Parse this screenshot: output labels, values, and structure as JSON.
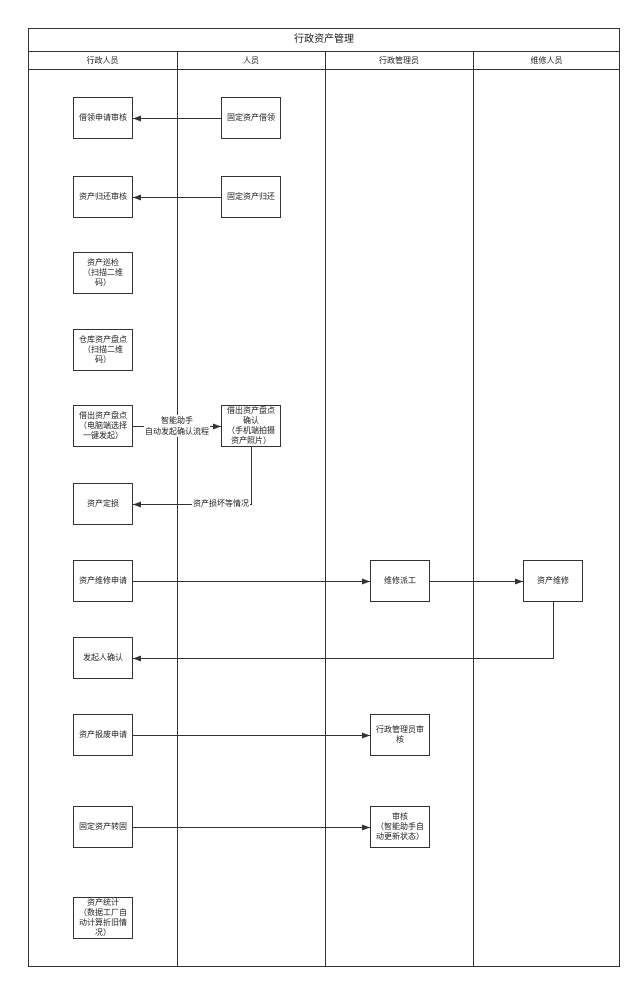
{
  "title": "行政资产管理",
  "colors": {
    "stroke": "#333333",
    "background": "#ffffff"
  },
  "lanes": [
    {
      "label": "行政人员",
      "nodes": [
        "借领申请审核",
        "资产归还审核",
        "资产巡检\n（扫描二维\n码）",
        "仓库资产盘点\n（扫描二维\n码）",
        "借出资产盘点\n（电脑端选择\n一键发起）",
        "资产定损",
        "资产维修申请",
        "发起人确认",
        "资产报废申请",
        "固定资产转固",
        "资产统计\n（数据工厂自\n动计算折旧情\n况）"
      ]
    },
    {
      "label": "人员",
      "nodes": [
        "固定资产借领",
        "固定资产归还",
        "借出资产盘点\n确认\n（手机端拍摄\n资产照片）"
      ]
    },
    {
      "label": "行政管理员",
      "nodes": [
        "维修派工",
        "行政管理员审\n核",
        "审核\n（智能助手自\n动更新状态）"
      ]
    },
    {
      "label": "维修人员",
      "nodes": [
        "资产维修"
      ]
    }
  ],
  "edge_labels": {
    "auto_confirm": "智能助手\n自动发起确认流程",
    "damage": "资产损坏等情况"
  }
}
